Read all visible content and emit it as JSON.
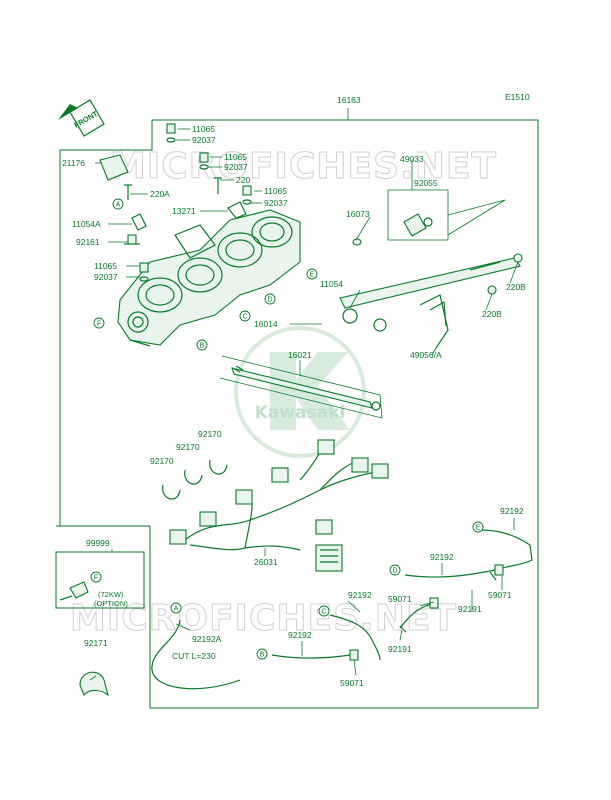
{
  "diagram_code": "E1510",
  "front_indicator": "FRONT",
  "watermark_text": "MICROFICHES.NET",
  "logo_text": "Kawasaki",
  "colors": {
    "line": "#0a7a2a",
    "watermark": "#cfcfcf",
    "background": "#ffffff"
  },
  "part_labels": {
    "p16163": "16163",
    "p11065a": "11065",
    "p92037a": "92037",
    "p11065b": "11065",
    "p92037b": "92037",
    "p220": "220",
    "p11065c": "11065",
    "p92037c": "92037",
    "p21176": "21176",
    "p220a": "220A",
    "p13271": "13271",
    "p11054a": "11054A",
    "p92161": "92161",
    "p11065d": "11065",
    "p92037d": "92037",
    "p49033": "49033",
    "p92055": "92055",
    "p16073": "16073",
    "p11054": "11054",
    "p220b_a": "220B",
    "p220b_b": "220B",
    "p16014": "16014",
    "p49056a": "49056/A",
    "p16021": "16021",
    "p92170a": "92170",
    "p92170b": "92170",
    "p92170c": "92170",
    "p26031": "26031",
    "p99999": "99999",
    "p92192a": "92192",
    "p92192b": "92192",
    "p92192c": "92192",
    "p92192d": "92192",
    "p92192A": "92192A",
    "p59071a": "59071",
    "p59071b": "59071",
    "p59071c": "59071",
    "p92191a": "92191",
    "p92191b": "92191",
    "p92171": "92171"
  },
  "notes": {
    "option_kw": "(72KW)",
    "option_word": "(OPTION)",
    "cut_length": "CUT L=230"
  },
  "reference_bubbles": {
    "a1": "A",
    "a2": "A",
    "b1": "B",
    "b2": "B",
    "c1": "C",
    "c2": "C",
    "d1": "D",
    "d2": "D",
    "e1": "E",
    "e2": "E",
    "f1": "F",
    "f2": "F"
  }
}
